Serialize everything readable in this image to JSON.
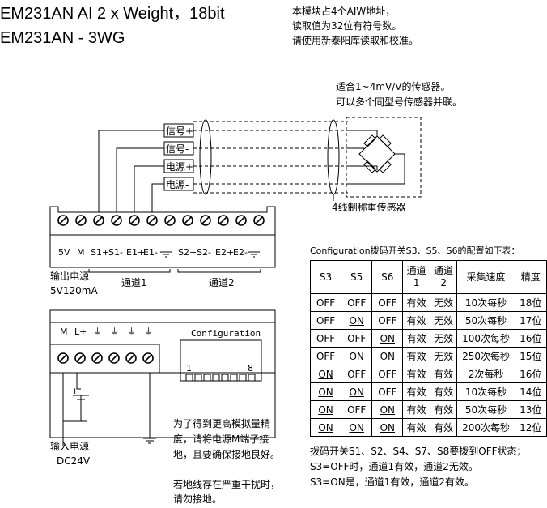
{
  "title": {
    "line1": "EM231AN  AI 2 x Weight，18bit",
    "line2": "EM231AN - 3WG"
  },
  "top_note": [
    "本模块占4个AIW地址，",
    "读取值为32位有符号数。",
    "请使用新泰阳库读取和校准。"
  ],
  "sensor_note": [
    "适合1~4mV/V的传感器。",
    "可以多个同型号传感器并联。"
  ],
  "signal_labels": [
    "信号+",
    "信号-",
    "电源+",
    "电源-"
  ],
  "sensor_label": "4线制称重传感器",
  "terminal_labels": [
    "5V",
    "M",
    "S1+",
    "S1-",
    "E1+",
    "E1-",
    "⏚",
    "S2+",
    "S2-",
    "E2+",
    "E2-",
    "⏚"
  ],
  "output_power": [
    "输出电源",
    "5V120mA"
  ],
  "channel1": "通道1",
  "channel2": "通道2",
  "lower_terminal_labels": [
    "M",
    "L+",
    "⏚",
    "⏚",
    "⏚",
    "⏚"
  ],
  "config_label": "Configuration",
  "dip_start": "1",
  "dip_end": "8",
  "input_power": [
    "输入电源",
    "DC24V"
  ],
  "plus_sign": "+",
  "precision_note": [
    "为了得到更高模拟量精",
    "度，请将电源M端子接",
    "地，且要确保接地良好。"
  ],
  "ground_note": [
    "若地线存在严重干扰时，",
    "请勿接地。"
  ],
  "table_caption": "Configuration拨码开关S3、S5、S6的配置如下表：",
  "table": {
    "headers": [
      "S3",
      "S5",
      "S6",
      "通道\n1",
      "通道\n2",
      "采集速度",
      "精度"
    ],
    "rows": [
      [
        "OFF",
        "OFF",
        "OFF",
        "有效",
        "无效",
        "10次每秒",
        "18位"
      ],
      [
        "OFF",
        "ON",
        "OFF",
        "有效",
        "无效",
        "50次每秒",
        "17位"
      ],
      [
        "OFF",
        "OFF",
        "ON",
        "有效",
        "无效",
        "100次每秒",
        "16位"
      ],
      [
        "OFF",
        "ON",
        "ON",
        "有效",
        "无效",
        "250次每秒",
        "15位"
      ],
      [
        "ON",
        "OFF",
        "OFF",
        "有效",
        "有效",
        "2次每秒",
        "16位"
      ],
      [
        "ON",
        "ON",
        "OFF",
        "有效",
        "有效",
        "10次每秒",
        "14位"
      ],
      [
        "ON",
        "OFF",
        "ON",
        "有效",
        "有效",
        "50次每秒",
        "13位"
      ],
      [
        "ON",
        "ON",
        "ON",
        "有效",
        "有效",
        "200次每秒",
        "12位"
      ]
    ]
  },
  "bottom_note": [
    "拨码开关S1、S2、S4、S7、S8要拨到OFF状态；",
    "S3=OFF时，通道1有效，通道2无效。",
    "S3=ON是，通道1有效，通道2有效。"
  ]
}
